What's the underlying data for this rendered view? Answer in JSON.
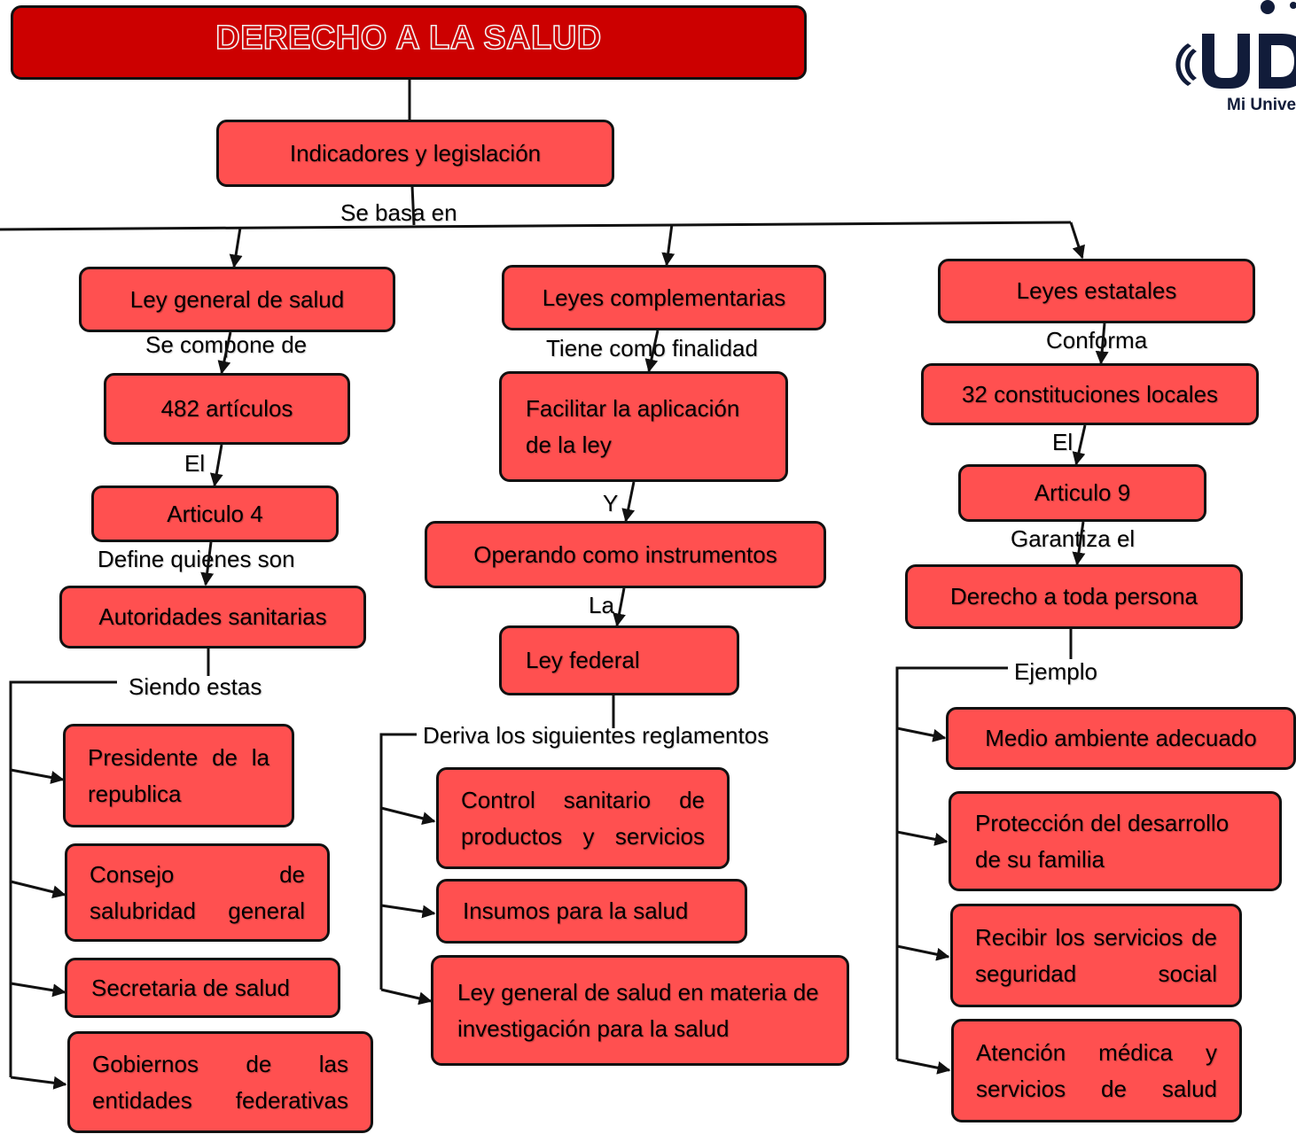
{
  "title": "DERECHO A LA SALUD",
  "logo": {
    "text": "Mi Unive",
    "brand_color": "#111c3a"
  },
  "colors": {
    "node_fill": "#ff5050",
    "title_fill": "#cc0000",
    "line": "#111111"
  },
  "root": "Indicadores y legislación",
  "root_link": "Se basa en",
  "branches": [
    {
      "head": "Ley general de salud",
      "link1": "Se compone de",
      "node1": "482 artículos",
      "link2": "El",
      "node2": "Articulo 4",
      "link3": "Define quienes son",
      "node3": "Autoridades sanitarias",
      "link4": "Siendo estas",
      "items": [
        "Presidente de la republica",
        "Consejo de salubridad general",
        "Secretaria de salud",
        "Gobiernos de las entidades federativas"
      ]
    },
    {
      "head": "Leyes complementarias",
      "link1": "Tiene como finalidad",
      "node1": "Facilitar la aplicación de la ley",
      "link2": "Y",
      "node2": "Operando como instrumentos",
      "link3": "La",
      "node3": "Ley federal",
      "link4": "Deriva los siguientes reglamentos",
      "items": [
        "Control sanitario de productos y servicios",
        "Insumos para la salud",
        "Ley general de salud en materia de investigación para la salud"
      ]
    },
    {
      "head": "Leyes estatales",
      "link1": "Conforma",
      "node1": "32 constituciones locales",
      "link2": "El",
      "node2": "Articulo 9",
      "link3": "Garantiza el",
      "node3": "Derecho a toda persona",
      "link4": "Ejemplo",
      "items": [
        "Medio ambiente adecuado",
        "Protección del desarrollo de su familia",
        "Recibir los servicios de seguridad social",
        "Atención médica y servicios de salud"
      ]
    }
  ]
}
